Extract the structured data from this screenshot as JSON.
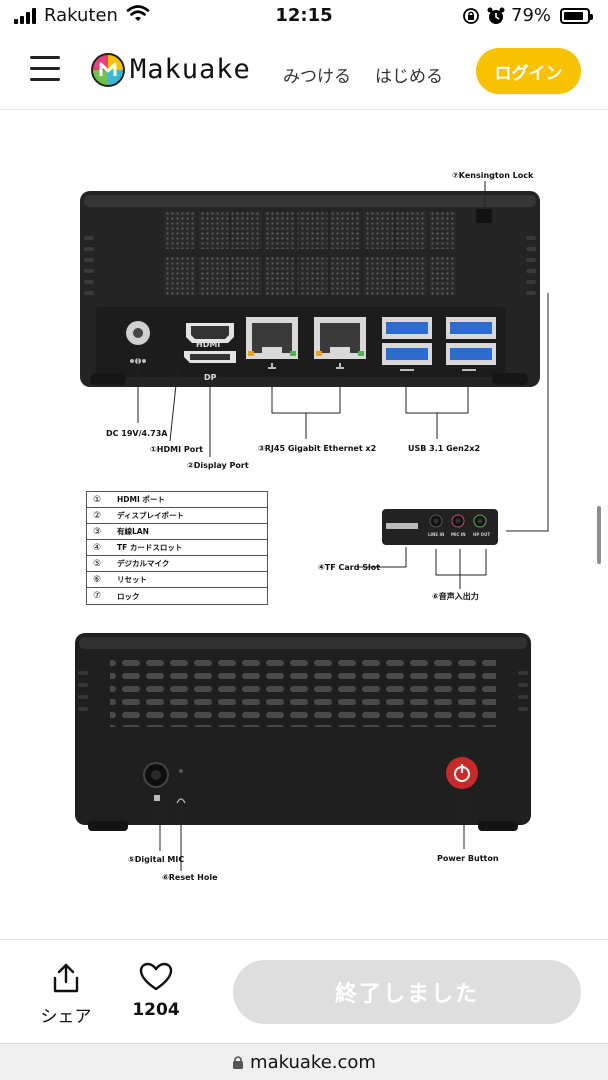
{
  "status_bar": {
    "carrier": "Rakuten",
    "time": "12:15",
    "battery_percent": "79%",
    "battery_level": 0.79,
    "icons": [
      "cellular-signal-icon",
      "wifi-icon",
      "rotation-lock-icon",
      "alarm-icon",
      "battery-icon"
    ]
  },
  "header": {
    "logo_text": "Makuake",
    "nav_find": "みつける",
    "nav_start": "はじめる",
    "login_label": "ログイン",
    "accent_color": "#f8c200"
  },
  "diagram": {
    "top_labels": {
      "kensington": "⑦Kensington Lock",
      "hdmi_small": "HDMI",
      "dp_small": "DP",
      "dc": "DC 19V/4.73A",
      "hdmi_port": "①HDMI Port",
      "display_port": "②Display Port",
      "rj45": "③RJ45  Gigabit Ethernet x2",
      "usb": "USB 3.1 Gen2x2",
      "tf_card": "④TF Card Slot",
      "audio": "⑥音声入出力",
      "line_in": "LINE IN",
      "mic_in": "MIC IN",
      "hp_out": "HP OUT"
    },
    "legend": [
      {
        "num": "①",
        "text": "HDMI ポート"
      },
      {
        "num": "②",
        "text": "ディスプレイポート"
      },
      {
        "num": "③",
        "text": "有線LAN"
      },
      {
        "num": "④",
        "text": "TF カードスロット"
      },
      {
        "num": "⑤",
        "text": "デジカルマイク"
      },
      {
        "num": "⑥",
        "text": "リセット"
      },
      {
        "num": "⑦",
        "text": "ロック"
      }
    ],
    "front_labels": {
      "digital_mic": "⑤Digital MIC",
      "reset_hole": "⑥Reset Hole",
      "power_button": "Power Button"
    }
  },
  "bottom_bar": {
    "share_label": "シェア",
    "like_count": "1204",
    "ended_label": "終了しました"
  },
  "url_bar": {
    "domain": "makuake.com"
  }
}
